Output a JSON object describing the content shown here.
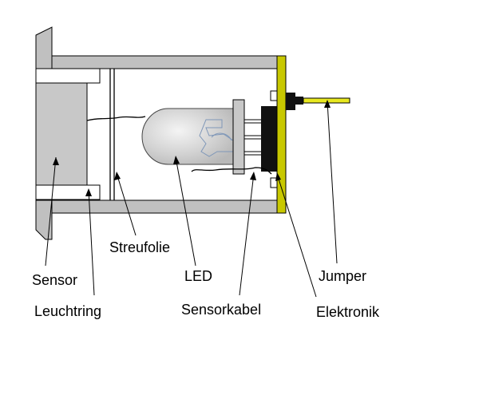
{
  "labels": {
    "sensor": "Sensor",
    "leuchtring": "Leuchtring",
    "streufolie": "Streufolie",
    "led": "LED",
    "sensorkabel": "Sensorkabel",
    "jumper": "Jumper",
    "elektronik": "Elektronik"
  },
  "colors": {
    "housing": "#c0c0c0",
    "sensor_block": "#c8c8c8",
    "pcb": "#c8c800",
    "jumper_wire": "#e8e820",
    "led_body": "#d0d0d0",
    "outline": "#000000",
    "background": "#ffffff"
  }
}
